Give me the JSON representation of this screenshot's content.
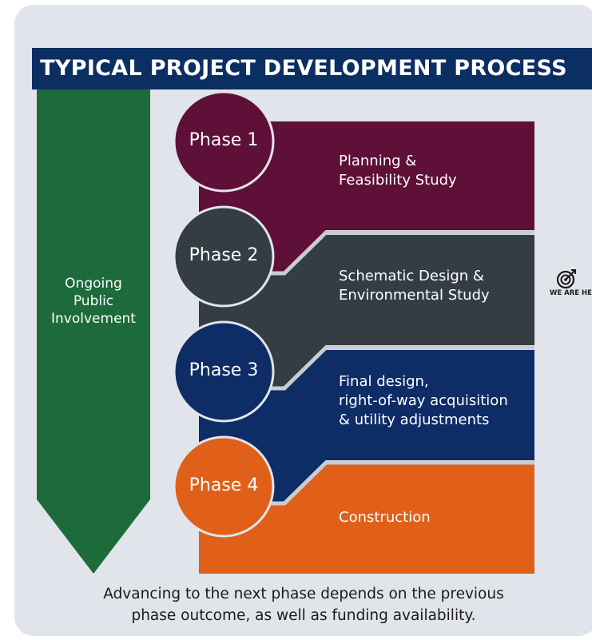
{
  "title": "TYPICAL PROJECT DEVELOPMENT PROCESS",
  "public_involvement": "Ongoing\nPublic\nInvolvement",
  "phases": [
    {
      "label": "Phase 1",
      "description": "Planning &\nFeasibility Study",
      "color": "#5e1038"
    },
    {
      "label": "Phase 2",
      "description": "Schematic Design &\nEnvironmental Study",
      "color": "#343d44"
    },
    {
      "label": "Phase 3",
      "description": "Final design,\nright-of-way acquisition\n& utility adjustments",
      "color": "#0e2c66"
    },
    {
      "label": "Phase 4",
      "description": "Construction",
      "color": "#e0601a"
    }
  ],
  "marker": {
    "label": "WE ARE HERE",
    "icon": "target-icon"
  },
  "footnote": "Advancing to the next phase depends on the previous\nphase outcome, as well as funding availability.",
  "colors": {
    "background": "#e1e5eb",
    "banner": "#0b2e63",
    "public_arrow": "#1d6b3a",
    "separator": "#c9cdd3"
  }
}
